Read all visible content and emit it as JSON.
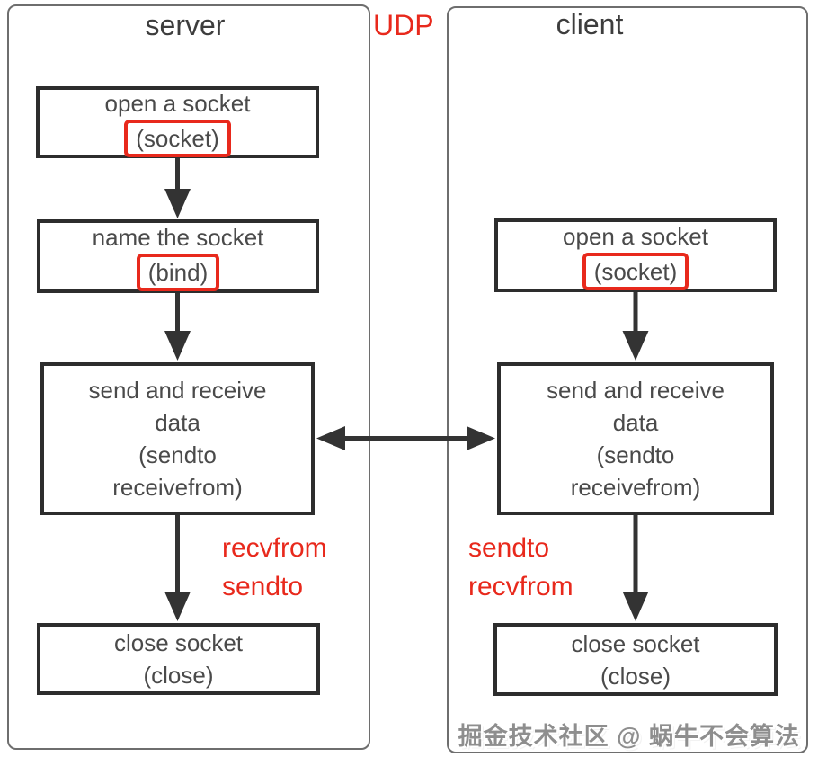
{
  "diagram": {
    "protocol": "UDP",
    "watermark": "掘金技术社区 @ 蜗牛不会算法",
    "colors": {
      "highlight_red": "#e8291c",
      "box_border": "#2d2d2d",
      "panel_border": "#6e6e6e",
      "arrow": "#333333",
      "box_text": "#4a4a4a",
      "title_text": "#3d3d3d",
      "watermark_gray": "#8e8e8e"
    },
    "server": {
      "title": "server",
      "box_open_line1": "open a socket",
      "box_open_call": "(socket)",
      "box_name_line1": "name the socket",
      "box_name_call": "(bind)",
      "box_io_line1": "send and receive",
      "box_io_line2": "data",
      "box_io_line3": "(sendto",
      "box_io_line4": "receivefrom)",
      "box_close_line1": "close socket",
      "box_close_line2": "(close)",
      "io_label_line1": "recvfrom",
      "io_label_line2": "sendto"
    },
    "client": {
      "title": "client",
      "box_open_line1": "open a socket",
      "box_open_call": "(socket)",
      "box_io_line1": "send and receive",
      "box_io_line2": "data",
      "box_io_line3": "(sendto",
      "box_io_line4": "receivefrom)",
      "box_close_line1": "close socket",
      "box_close_line2": "(close)",
      "io_label_line1": "sendto",
      "io_label_line2": "recvfrom"
    }
  }
}
